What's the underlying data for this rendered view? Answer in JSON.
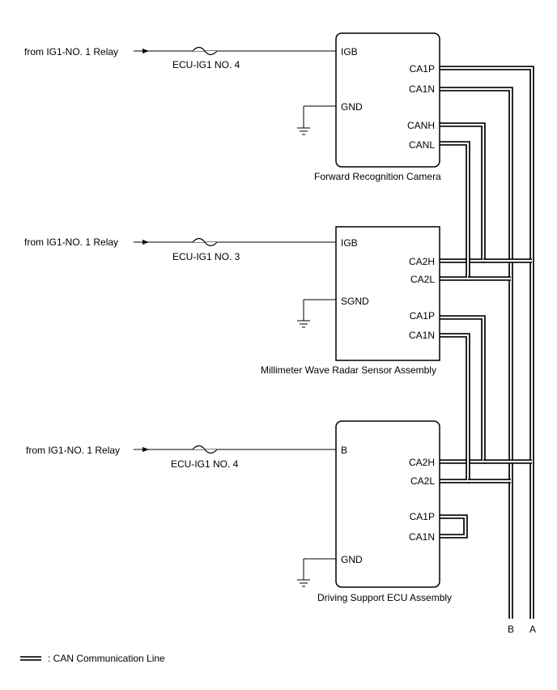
{
  "components": {
    "camera": {
      "name": "Forward Recognition Camera",
      "source": "from IG1-NO. 1 Relay",
      "fuse": "ECU-IG1 NO. 4",
      "power_pin": "IGB",
      "ground_pin": "GND",
      "can_pins": [
        "CA1P",
        "CA1N",
        "CANH",
        "CANL"
      ]
    },
    "radar": {
      "name": "Millimeter Wave Radar Sensor Assembly",
      "source": "from IG1-NO. 1 Relay",
      "fuse": "ECU-IG1 NO. 3",
      "power_pin": "IGB",
      "ground_pin": "SGND",
      "can_pins": [
        "CA2H",
        "CA2L",
        "CA1P",
        "CA1N"
      ]
    },
    "ecu": {
      "name": "Driving Support ECU Assembly",
      "source": "from IG1-NO. 1 Relay",
      "fuse": "ECU-IG1 NO. 4",
      "power_pin": "B",
      "ground_pin": "GND",
      "can_pins": [
        "CA2H",
        "CA2L",
        "CA1P",
        "CA1N"
      ]
    }
  },
  "connectors": {
    "b": "B",
    "a": "A"
  },
  "legend": {
    "label": ": CAN Communication Line"
  }
}
